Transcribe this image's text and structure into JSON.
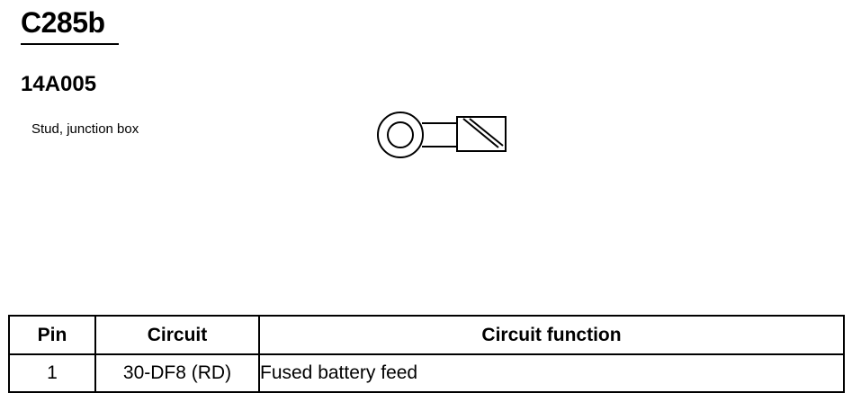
{
  "header": {
    "connector_id": "C285b",
    "part_number": "14A005",
    "description": "Stud, junction box"
  },
  "figure": {
    "icon": "ring-terminal-icon"
  },
  "pin_table": {
    "columns": [
      "Pin",
      "Circuit",
      "Circuit function"
    ],
    "rows": [
      {
        "pin": "1",
        "circuit": "30-DF8 (RD)",
        "function": "Fused battery feed"
      }
    ]
  }
}
